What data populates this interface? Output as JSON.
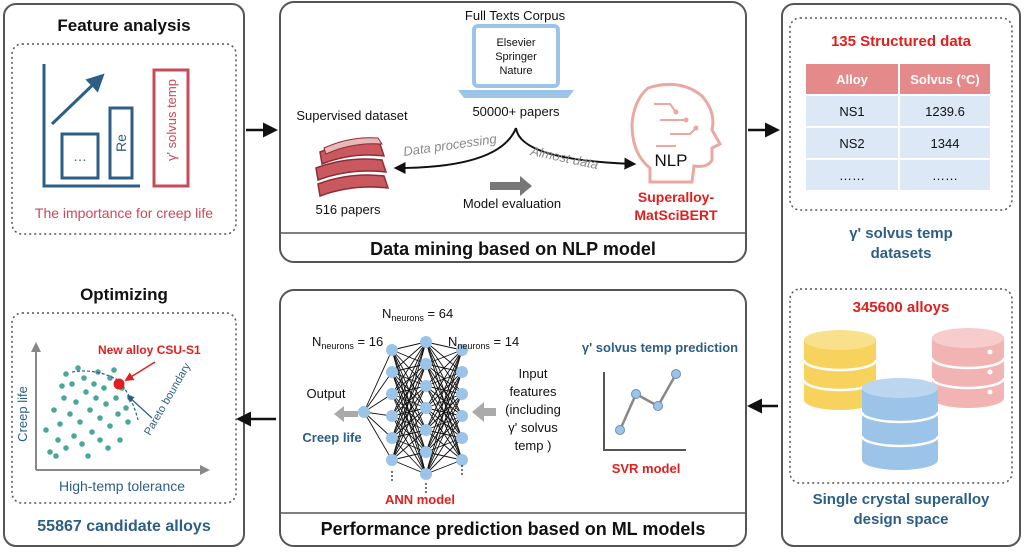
{
  "colors": {
    "red": "#e0201f",
    "blue": "#2d5f86",
    "pink": "#c94a5a",
    "teal": "#4aa79a",
    "gray": "#888888",
    "table_header": "#e48a8a",
    "table_row": "#dce8f5",
    "cyl_yellow": "#f7d25c",
    "cyl_blue": "#9cc3e8",
    "cyl_pink": "#f2b3b3"
  },
  "feature": {
    "title": "Feature analysis",
    "caption": "The importance for creep life",
    "bar1": "…",
    "bar2": "Re",
    "bar3": "γ' solvus temp"
  },
  "optimizing": {
    "title": "Optimizing",
    "new_alloy": "New alloy CSU-S1",
    "pareto": "Pareto boundary",
    "ylabel": "Creep life",
    "xlabel": "High-temp tolerance",
    "candidates": "55867 candidate alloys"
  },
  "nlp": {
    "corpus_title": "Full Texts Corpus",
    "publishers": [
      "Elsevier",
      "Springer",
      "Nature"
    ],
    "papers_count": "50000+ papers",
    "supervised": "Supervised dataset",
    "papers_516": "516 papers",
    "data_processing": "Data processing",
    "almost_data": "Almost data",
    "model_eval": "Model   evaluation",
    "nlp_label": "NLP",
    "model_name_1": "Superalloy-",
    "model_name_2": "MatSciBERT",
    "panel_title": "Data mining based on NLP model"
  },
  "ml": {
    "n64_base": "N",
    "n64_sub": "neurons",
    "n64_val": " = 64",
    "n16_val": " = 16",
    "n14_val": " = 14",
    "output": "Output",
    "creep": "Creep life",
    "input": [
      "Input",
      "features",
      "(including",
      "γ' solvus",
      "temp  )"
    ],
    "ann": "ANN model",
    "svr_title": "γ' solvus temp prediction",
    "svr": "SVR model",
    "panel_title": "Performance prediction based on ML models"
  },
  "right": {
    "structured": "135 Structured data",
    "table_headers": [
      "Alloy",
      "Solvus (°C)"
    ],
    "table_rows": [
      [
        "NS1",
        "1239.6"
      ],
      [
        "NS2",
        "1344"
      ],
      [
        "……",
        "……"
      ]
    ],
    "datasets_1": "γ' solvus temp",
    "datasets_2": "datasets",
    "alloys": "345600 alloys",
    "space_1": "Single crystal superalloy",
    "space_2": "design space"
  }
}
